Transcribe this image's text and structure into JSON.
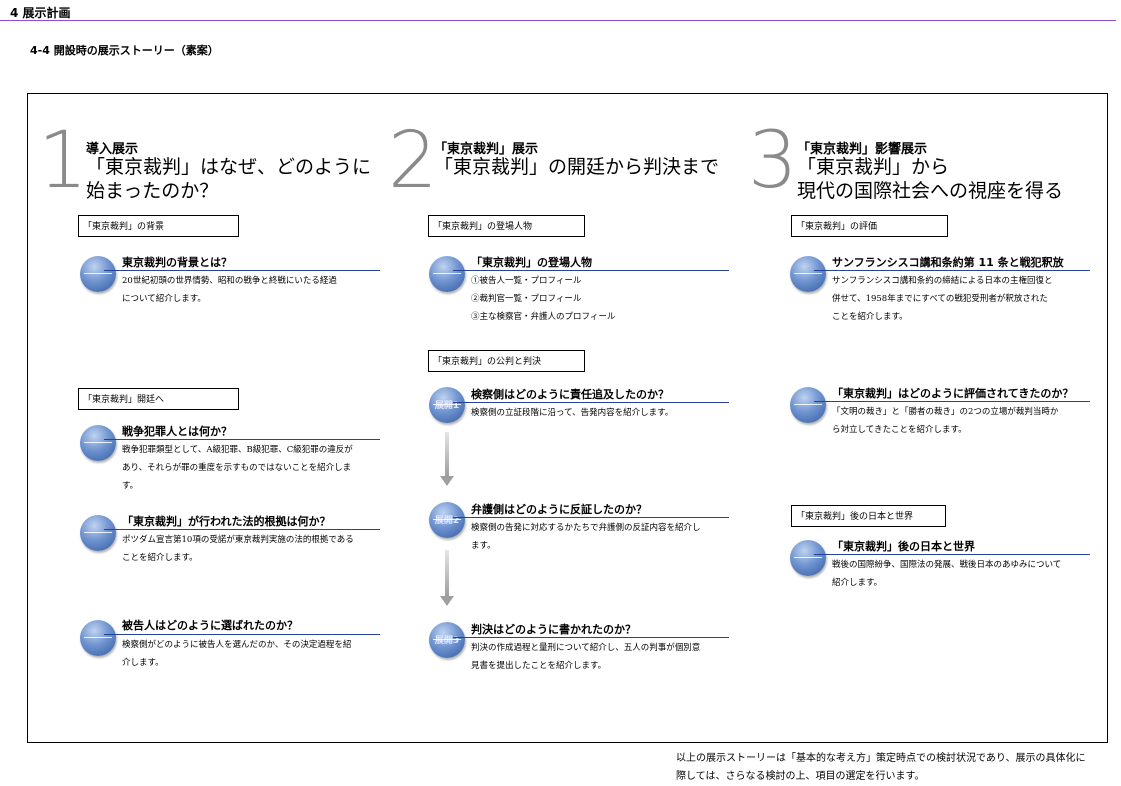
{
  "header": {
    "chapter": "4 展示計画",
    "subtitle": "4-4 開設時の展示ストーリー（素案）"
  },
  "sections": [
    {
      "number": "1",
      "label": "導入展示",
      "title_lines": [
        "「東京裁判」はなぜ、どのように",
        "始まったのか？"
      ],
      "tags": [
        "「東京裁判」の背景",
        "「東京裁判」開廷へ"
      ],
      "items": [
        {
          "title": "東京裁判の背景とは？",
          "body": [
            "20世紀初頭の世界情勢、昭和の戦争と終戦にいたる経過",
            "について紹介します。"
          ]
        },
        {
          "title": "戦争犯罪人とは何か？",
          "body": [
            "戦争犯罪類型として、A級犯罪、B級犯罪、C級犯罪の違反が",
            "あり、それらが罪の重度を示すものではないことを紹介しま",
            "す。"
          ]
        },
        {
          "title": "「東京裁判」が行われた法的根拠は何か？",
          "body": [
            "ポツダム宣言第10項の受諾が東京裁判実施の法的根拠である",
            "ことを紹介します。"
          ]
        },
        {
          "title": "被告人はどのように選ばれたのか？",
          "body": [
            "検察側がどのように被告人を選んだのか、その決定過程を紹",
            "介します。"
          ]
        }
      ]
    },
    {
      "number": "2",
      "label": "「東京裁判」展示",
      "title_lines": [
        "「東京裁判」の開廷から判決まで"
      ],
      "tags": [
        "「東京裁判」の登場人物",
        "「東京裁判」の公判と判決"
      ],
      "items": [
        {
          "title": "「東京裁判」の登場人物",
          "body": [
            "①被告人一覧・プロフィール",
            "②裁判官一覧・プロフィール",
            "③主な検察官・弁護人のプロフィール"
          ]
        },
        {
          "ball_label": "展開1",
          "title": "検察側はどのように責任追及したのか？",
          "body": [
            "検察側の立証段階に沿って、告発内容を紹介します。"
          ]
        },
        {
          "ball_label": "展開2",
          "title": "弁護側はどのように反証したのか？",
          "body": [
            "検察側の告発に対応するかたちで弁護側の反証内容を紹介し",
            "ます。"
          ]
        },
        {
          "ball_label": "展開3",
          "title": "判決はどのように書かれたのか？",
          "body": [
            "判決の作成過程と量刑について紹介し、五人の判事が個別意",
            "見書を提出したことを紹介します。"
          ]
        }
      ]
    },
    {
      "number": "3",
      "label": "「東京裁判」影響展示",
      "title_lines": [
        "「東京裁判」から",
        "現代の国際社会への視座を得る"
      ],
      "tags": [
        "「東京裁判」の評価",
        "「東京裁判」後の日本と世界"
      ],
      "items": [
        {
          "title": "サンフランシスコ講和条約第 11 条と戦犯釈放",
          "body": [
            "サンフランシスコ講和条約の締結による日本の主権回復と",
            "併せて、1958年までにすべての戦犯受刑者が釈放された",
            "ことを紹介します。"
          ]
        },
        {
          "title": "「東京裁判」はどのように評価されてきたのか？",
          "body": [
            "「文明の裁き」と「勝者の裁き」の2つの立場が裁判当時か",
            "ら対立してきたことを紹介します。"
          ]
        },
        {
          "title": "「東京裁判」後の日本と世界",
          "body": [
            "戦後の国際紛争、国際法の発展、戦後日本のあゆみについて",
            "紹介します。"
          ]
        }
      ]
    }
  ],
  "footer": {
    "lines": [
      "以上の展示ストーリーは「基本的な考え方」策定時点での検討状況であり、展示の具体化に",
      "際しては、さらなる検討の上、項目の選定を行います。"
    ]
  }
}
